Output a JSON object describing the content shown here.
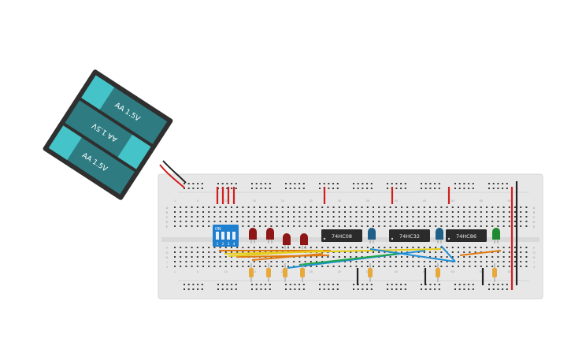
{
  "battery": {
    "cells": [
      {
        "label": "AA 1.5V"
      },
      {
        "label": "AA 1.5V"
      },
      {
        "label": "AA 1.5V"
      }
    ],
    "plus": "+",
    "minus": "-"
  },
  "chips": [
    {
      "label": "74HC08"
    },
    {
      "label": "74HC32"
    },
    {
      "label": "74HC86"
    }
  ],
  "dip_switch": {
    "label": "ON",
    "numbers": [
      "1",
      "2",
      "3",
      "4"
    ]
  },
  "breadboard": {
    "row_letters_top": [
      "A",
      "B",
      "C",
      "D",
      "E"
    ],
    "row_letters_bottom": [
      "F",
      "G",
      "H",
      "I",
      "J"
    ],
    "column_marks": [
      "1",
      "5",
      "10",
      "15",
      "20",
      "25",
      "30",
      "35",
      "40",
      "45",
      "50",
      "55",
      "60"
    ]
  },
  "colors": {
    "breadboard": "#e7e7e7",
    "battery_case": "#2f2f2f",
    "battery_cell": "#2e7c82",
    "battery_cell_light": "#44c3c8",
    "chip": "#2b2b2b",
    "led_red": "#8e1616",
    "led_blue": "#1f5f88",
    "led_green": "#1f8a30",
    "dip": "#1f7fcf",
    "wire_red": "#d11f1f",
    "wire_black": "#222222",
    "wire_orange": "#e07b10",
    "wire_yellow": "#e6cc18",
    "wire_blue": "#1f8fd6",
    "wire_green": "#1fa64a",
    "resistor": "#e8a83a"
  }
}
